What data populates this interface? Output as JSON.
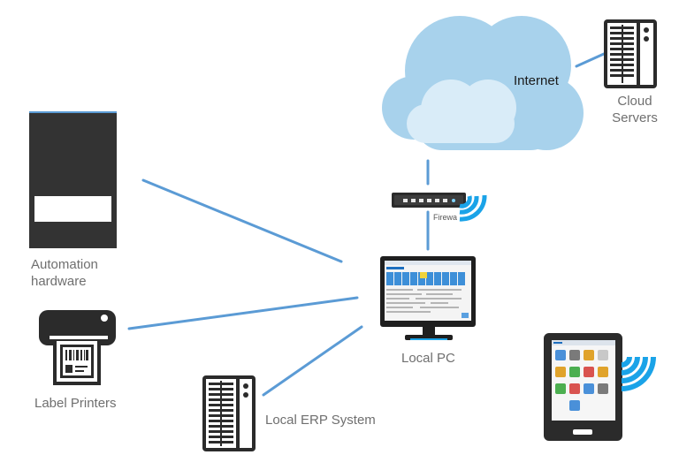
{
  "labels": {
    "internet": "Internet",
    "cloud_servers_line1": "Cloud",
    "cloud_servers_line2": "Servers",
    "firewall": "Firewa",
    "automation_line1": "Automation",
    "automation_line2": "hardware",
    "local_pc": "Local PC",
    "label_printers": "Label Printers",
    "local_erp": "Local ERP System"
  },
  "icons": [
    "cloud-icon",
    "server-icon",
    "router-icon",
    "wifi-icon",
    "automation-cabinet-icon",
    "monitor-icon",
    "printer-icon",
    "tablet-icon"
  ],
  "colors": {
    "connector": "#5b9bd5",
    "wifi": "#1aa3e8",
    "cloud_back": "#a8d2ec",
    "cloud_front": "#d9ecf8",
    "device_dark": "#2b2b2b"
  }
}
